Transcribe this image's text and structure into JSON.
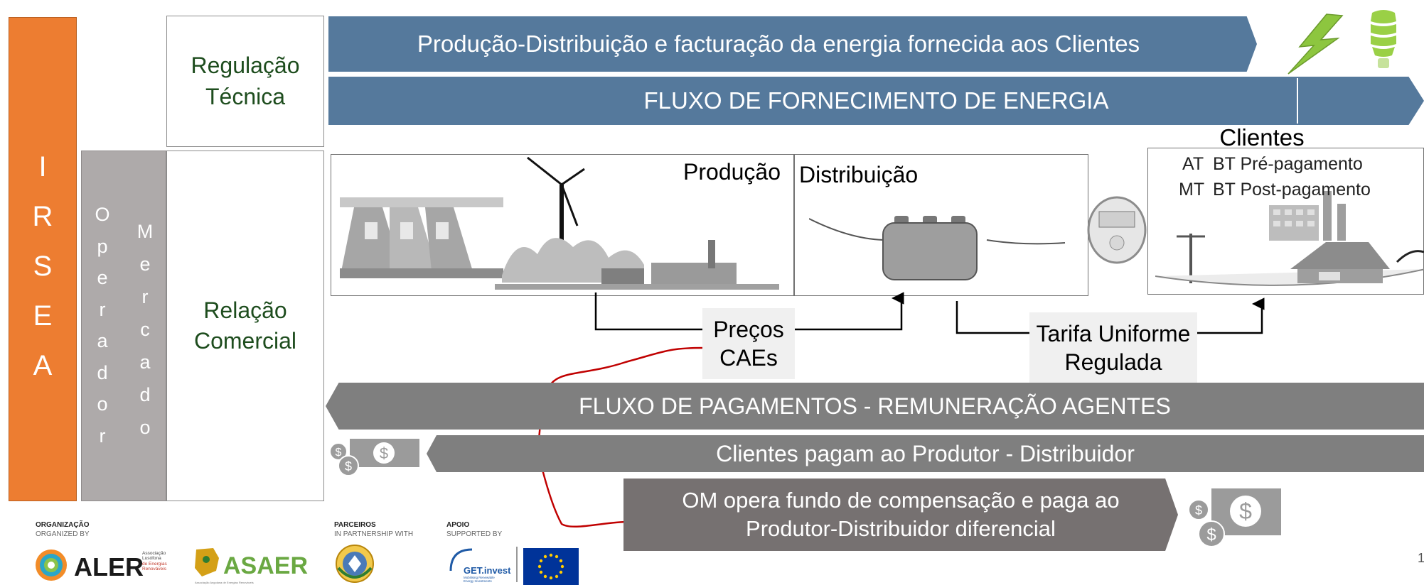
{
  "irsea": {
    "letters": [
      "I",
      "R",
      "S",
      "E",
      "A"
    ],
    "color": "#ed7d31"
  },
  "operador_mercado": {
    "col1": [
      "O",
      "p",
      "e",
      "r",
      "a",
      "d",
      "o",
      "r"
    ],
    "col2": [
      "M",
      "e",
      "r",
      "c",
      "a",
      "d",
      "o"
    ]
  },
  "regulacao": {
    "line1": "Regulação",
    "line2": "Técnica"
  },
  "relacao": {
    "line1": "Relação",
    "line2": "Comercial"
  },
  "banner_top": "Produção-Distribuição e facturação da  energia fornecida aos Clientes",
  "banner_fluxo": "FLUXO DE FORNECIMENTO DE ENERGIA",
  "producao": {
    "label": "Produção"
  },
  "distribuicao": {
    "label": "Distribuição"
  },
  "clientes": {
    "title": "Clientes",
    "row1_left": "AT",
    "row1_right": "BT Pré-pagamento",
    "row2_left": "MT",
    "row2_right": "BT Post-pagamento"
  },
  "precos": {
    "line1": "Preços",
    "line2": "CAEs"
  },
  "tarifa": {
    "line1": "Tarifa Uniforme",
    "line2": "Regulada"
  },
  "banner_pagamentos": "FLUXO DE PAGAMENTOS - REMUNERAÇÃO AGENTES",
  "banner_clientes_pagam": "Clientes pagam ao Produtor - Distribuidor",
  "om_box": {
    "line1": "OM opera fundo de compensação e paga ao",
    "line2": "Produtor-Distribuidor diferencial"
  },
  "footer": {
    "organizacao": "ORGANIZAÇÃO",
    "organized_by": "ORGANIZED BY",
    "aler": "ALER",
    "aler_sub": [
      "Associação",
      "Lusófona",
      "de Energias",
      "Renováveis"
    ],
    "asaer": "ASAER",
    "asaer_sub": "Associação Angolana de Energias Renováveis",
    "parceiros": "PARCEIROS",
    "in_partnership": "IN PARTNERSHIP WITH",
    "apoio": "APOIO",
    "supported_by": "SUPPORTED BY",
    "getinvest": "GET.invest",
    "getinvest_sub": [
      "Mobilising Renewable",
      "Energy Investments"
    ]
  },
  "page_number": "1",
  "colors": {
    "blue": "#55799c",
    "gray": "#7f7f7f",
    "dark_gray": "#767171",
    "orange": "#ed7d31",
    "red_line": "#c00000",
    "green_text": "#1e4d1e"
  }
}
